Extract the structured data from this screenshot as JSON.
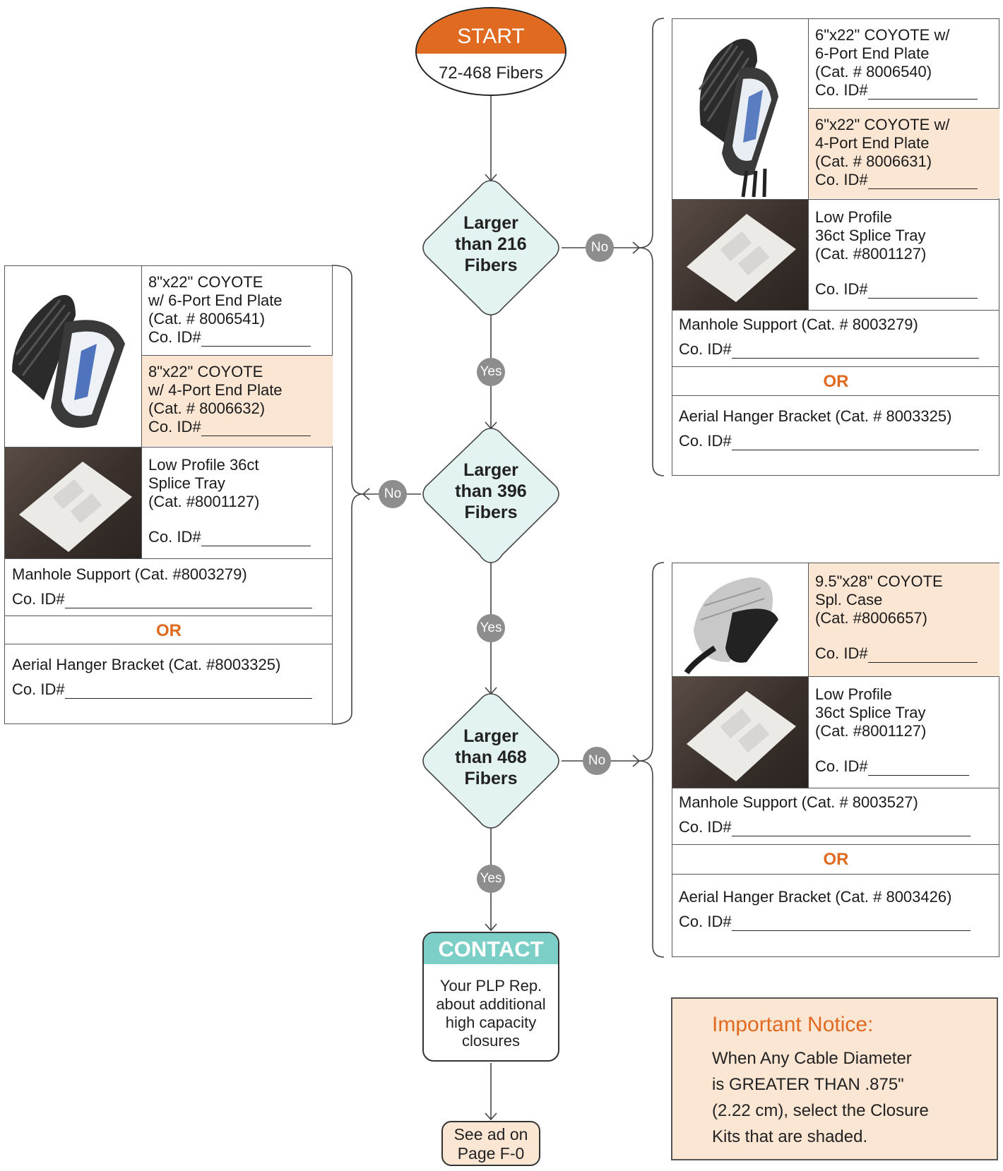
{
  "start": {
    "title": "START",
    "subtitle": "72-468 Fibers"
  },
  "decisions": [
    {
      "line1": "Larger",
      "line2": "than 216",
      "line3": "Fibers"
    },
    {
      "line1": "Larger",
      "line2": "than 396",
      "line3": "Fibers"
    },
    {
      "line1": "Larger",
      "line2": "than 468",
      "line3": "Fibers"
    }
  ],
  "labels": {
    "yes": "Yes",
    "no": "No"
  },
  "panel_216": {
    "closure_a": [
      "6\"x22\" COYOTE w/",
      "6-Port End Plate",
      "(Cat. # 8006540)",
      "Co. ID#"
    ],
    "closure_b": [
      "6\"x22\" COYOTE w/",
      "4-Port End Plate",
      "(Cat. # 8006631)",
      "Co. ID#"
    ],
    "tray": [
      "Low Profile",
      "36ct Splice Tray",
      "(Cat. #8001127)",
      "Co. ID#"
    ],
    "manhole": "Manhole Support (Cat. # 8003279)",
    "manhole_id": "Co. ID#",
    "or": "OR",
    "aerial": "Aerial Hanger Bracket (Cat. # 8003325)",
    "aerial_id": "Co. ID#"
  },
  "panel_396": {
    "closure_a": [
      "8\"x22\" COYOTE",
      "w/ 6-Port End Plate",
      "(Cat. # 8006541)",
      "Co. ID#"
    ],
    "closure_b": [
      "8\"x22\" COYOTE",
      "w/ 4-Port End Plate",
      "(Cat. # 8006632)",
      "Co. ID#"
    ],
    "tray": [
      "Low Profile 36ct",
      "Splice Tray",
      "(Cat. #8001127)",
      "Co. ID#"
    ],
    "manhole": "Manhole Support (Cat. #8003279)",
    "manhole_id": "Co. ID#",
    "or": "OR",
    "aerial": "Aerial Hanger Bracket (Cat. #8003325)",
    "aerial_id": "Co. ID#"
  },
  "panel_468": {
    "closure": [
      "9.5\"x28\" COYOTE",
      "Spl. Case",
      "(Cat. #8006657)",
      "Co. ID#"
    ],
    "tray": [
      "Low Profile",
      "36ct Splice Tray",
      "(Cat. #8001127)",
      "Co. ID#"
    ],
    "manhole": "Manhole Support (Cat. # 8003527)",
    "manhole_id": "Co. ID#",
    "or": "OR",
    "aerial": "Aerial Hanger Bracket (Cat. # 8003426)",
    "aerial_id": "Co. ID#"
  },
  "contact": {
    "title": "CONTACT",
    "body": [
      "Your PLP Rep.",
      "about additional",
      "high capacity",
      "closures"
    ]
  },
  "see_ad": [
    "See ad on",
    "Page F-0"
  ],
  "notice": {
    "title": "Important Notice:",
    "body": [
      "When Any Cable Diameter",
      "is GREATER THAN .875\"",
      "(2.22 cm), select the Closure",
      "Kits that are shaded."
    ]
  },
  "colors": {
    "orange": "#e06a1f",
    "teal": "#7ccfc7",
    "diamond": "#e3f3f1",
    "shade": "#fbe5d3",
    "badge": "#8d8d8d"
  }
}
